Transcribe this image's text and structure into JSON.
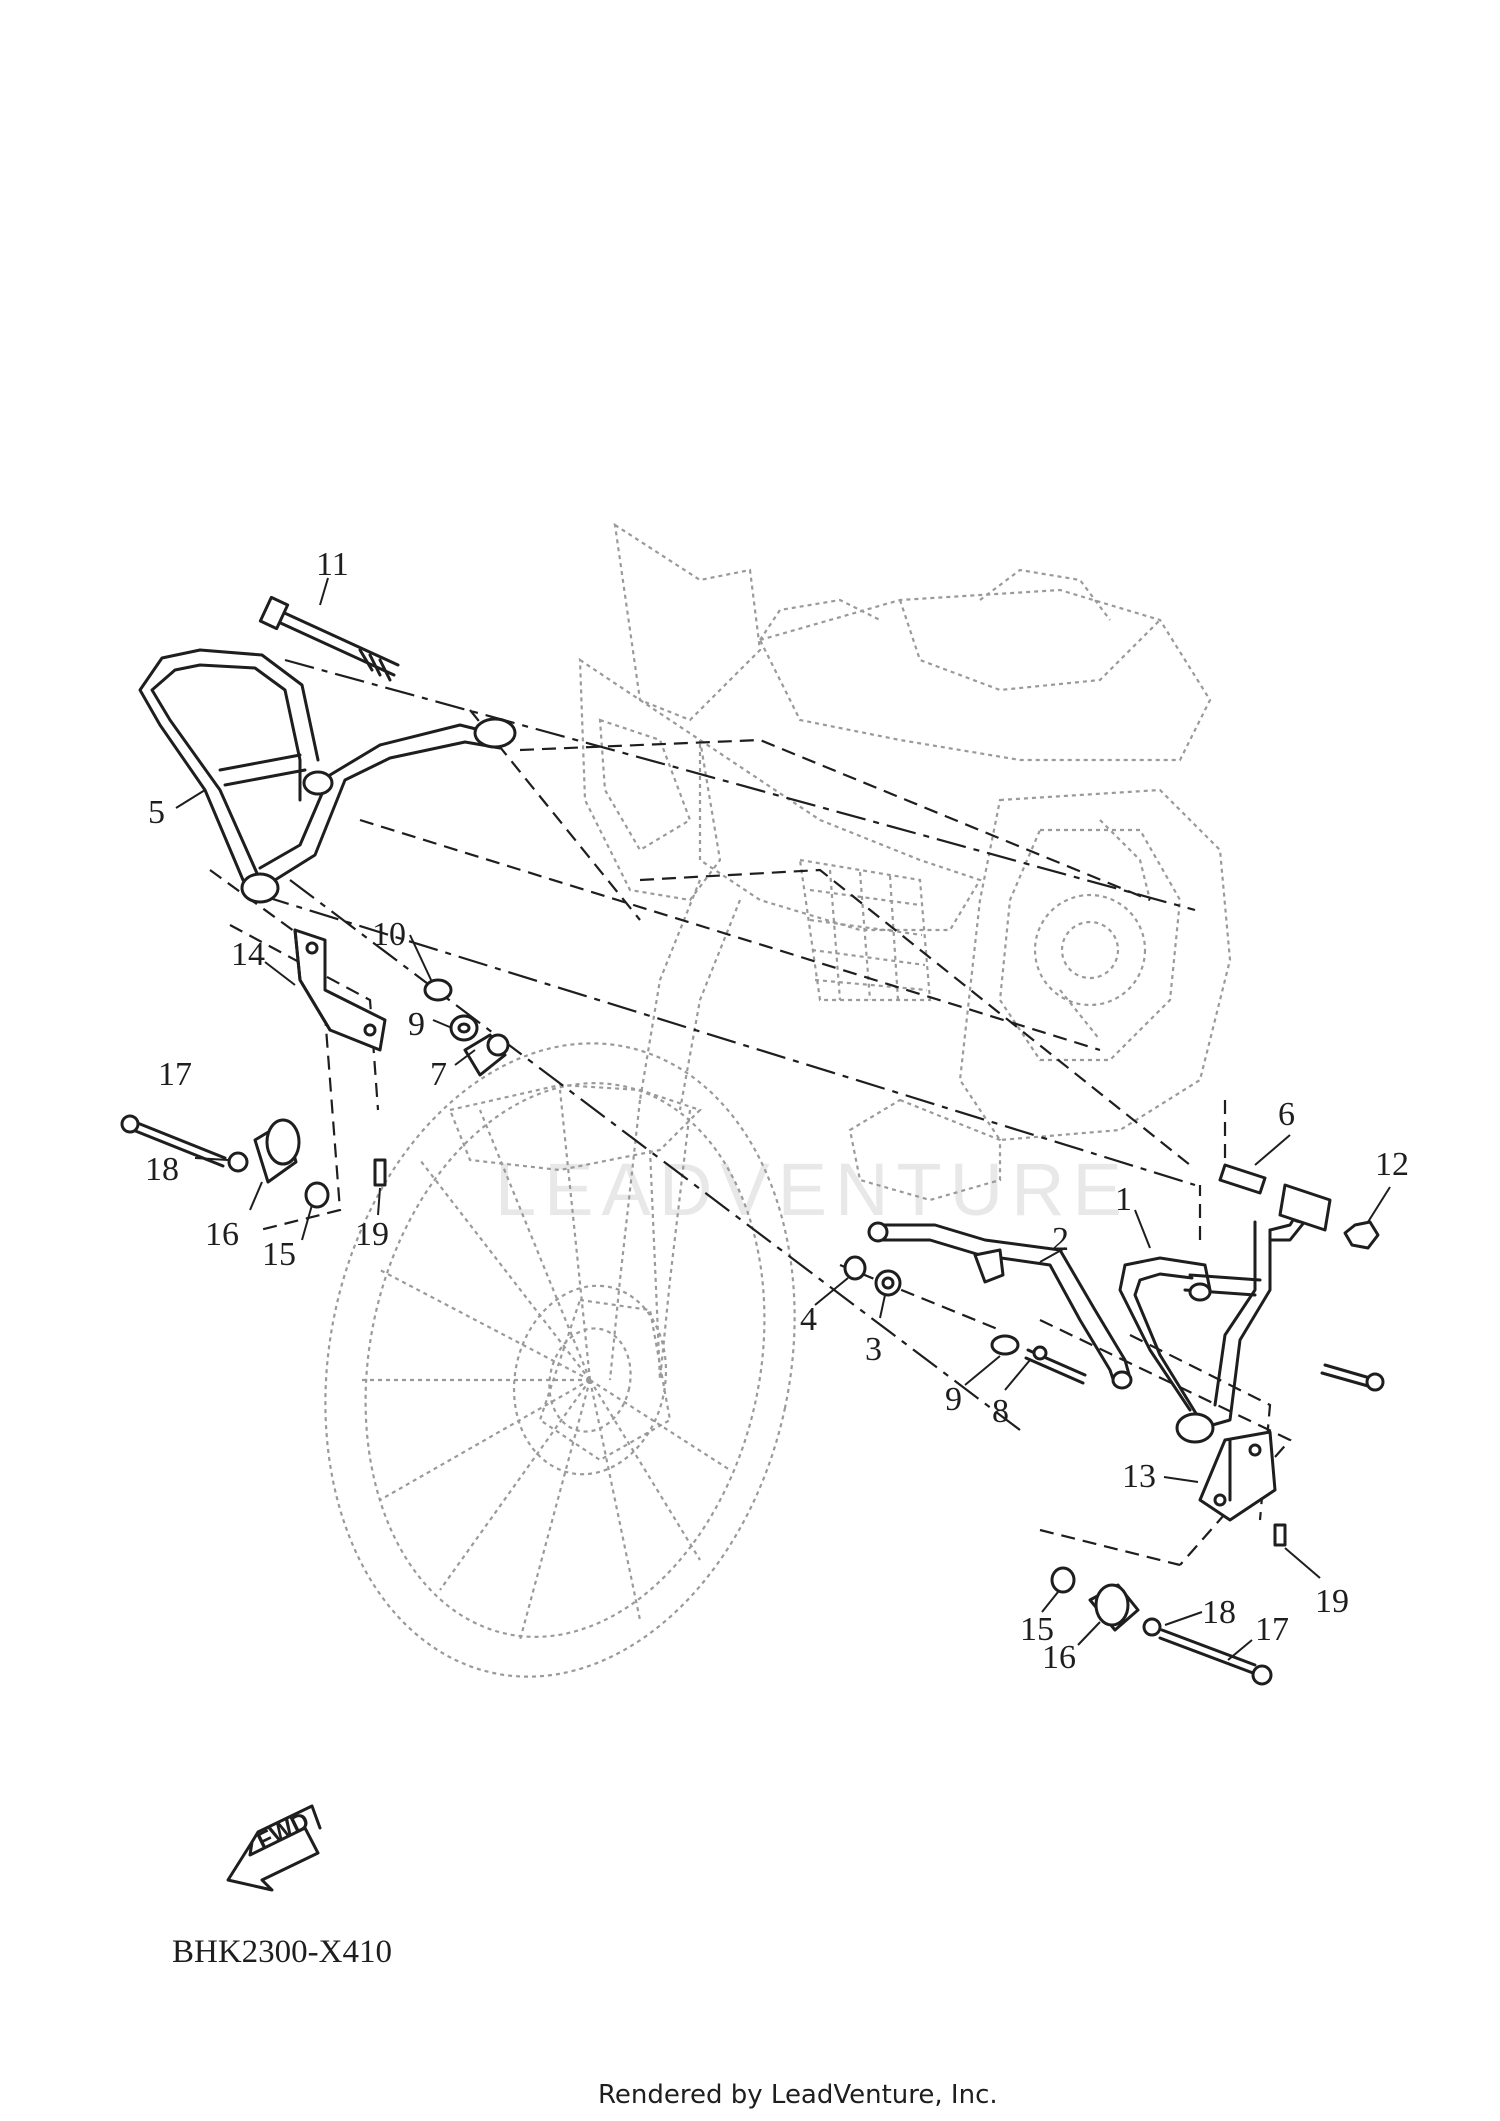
{
  "diagram": {
    "code": "BHK2300-X410",
    "credit": "Rendered by LeadVenture, Inc.",
    "watermark": "LEADVENTURE",
    "forward_label": "FWD",
    "callouts": [
      {
        "id": "c11",
        "label": "11"
      },
      {
        "id": "c5",
        "label": "5"
      },
      {
        "id": "c14",
        "label": "14"
      },
      {
        "id": "c10",
        "label": "10"
      },
      {
        "id": "c9a",
        "label": "9"
      },
      {
        "id": "c7",
        "label": "7"
      },
      {
        "id": "c17a",
        "label": "17"
      },
      {
        "id": "c18a",
        "label": "18"
      },
      {
        "id": "c16a",
        "label": "16"
      },
      {
        "id": "c15a",
        "label": "15"
      },
      {
        "id": "c19a",
        "label": "19"
      },
      {
        "id": "c6",
        "label": "6"
      },
      {
        "id": "c12",
        "label": "12"
      },
      {
        "id": "c1",
        "label": "1"
      },
      {
        "id": "c2",
        "label": "2"
      },
      {
        "id": "c4",
        "label": "4"
      },
      {
        "id": "c3",
        "label": "3"
      },
      {
        "id": "c9b",
        "label": "9"
      },
      {
        "id": "c8",
        "label": "8"
      },
      {
        "id": "c13",
        "label": "13"
      },
      {
        "id": "c19b",
        "label": "19"
      },
      {
        "id": "c15b",
        "label": "15"
      },
      {
        "id": "c16b",
        "label": "16"
      },
      {
        "id": "c18b",
        "label": "18"
      },
      {
        "id": "c17b",
        "label": "17"
      }
    ]
  }
}
